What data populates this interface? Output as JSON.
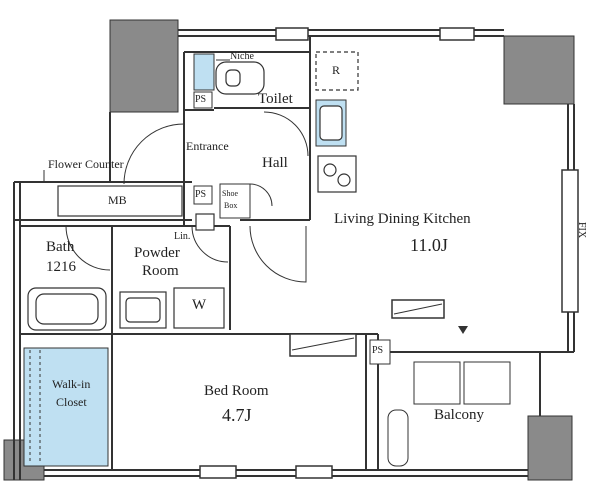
{
  "rooms": {
    "ldk_name": "Living Dining Kitchen",
    "ldk_size": "11.0J",
    "bed_name": "Bed Room",
    "bed_size": "4.7J",
    "bath_name": "Bath",
    "bath_size": "1216",
    "powder_line1": "Powder",
    "powder_line2": "Room",
    "toilet": "Toilet",
    "hall": "Hall",
    "entrance": "Entrance",
    "balcony": "Balcony",
    "walkin_line1": "Walk-in",
    "walkin_line2": "Closet"
  },
  "fixtures": {
    "niche": "Niche",
    "flower_counter": "Flower Counter",
    "mb": "MB",
    "ps": "PS",
    "shoe_line1": "Shoe",
    "shoe_line2": "Box",
    "lin": "Lin.",
    "washer": "W",
    "refrigerator": "R",
    "fix": "FIX"
  },
  "colors": {
    "wall": "#8a8a8a",
    "line": "#333333",
    "blue": "#bfe0f2",
    "bg": "#ffffff"
  }
}
